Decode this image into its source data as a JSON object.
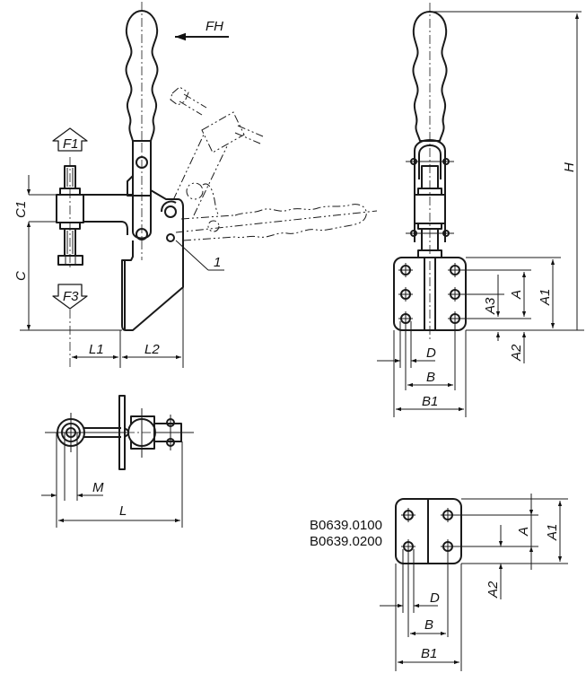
{
  "drawing": {
    "title": "Vertical toggle clamp technical drawing",
    "force_labels": {
      "horizontal_force": "FH",
      "holding_force": "F1",
      "clamping_force": "F3"
    },
    "callout_number": "1",
    "side_view_dimensions": {
      "c1": "C1",
      "c": "C",
      "l1": "L1",
      "l2": "L2"
    },
    "top_view_dimensions": {
      "m": "M",
      "l": "L"
    },
    "front_view_dimensions": {
      "h": "H",
      "a": "A",
      "a1": "A1",
      "a2": "A2",
      "a3": "A3",
      "b": "B",
      "b1": "B1",
      "d": "D"
    },
    "base_variant_view": {
      "part_numbers": [
        "B0639.0100",
        "B0639.0200"
      ],
      "a": "A",
      "a1": "A1",
      "a2": "A2",
      "b": "B",
      "b1": "B1",
      "d": "D"
    }
  }
}
